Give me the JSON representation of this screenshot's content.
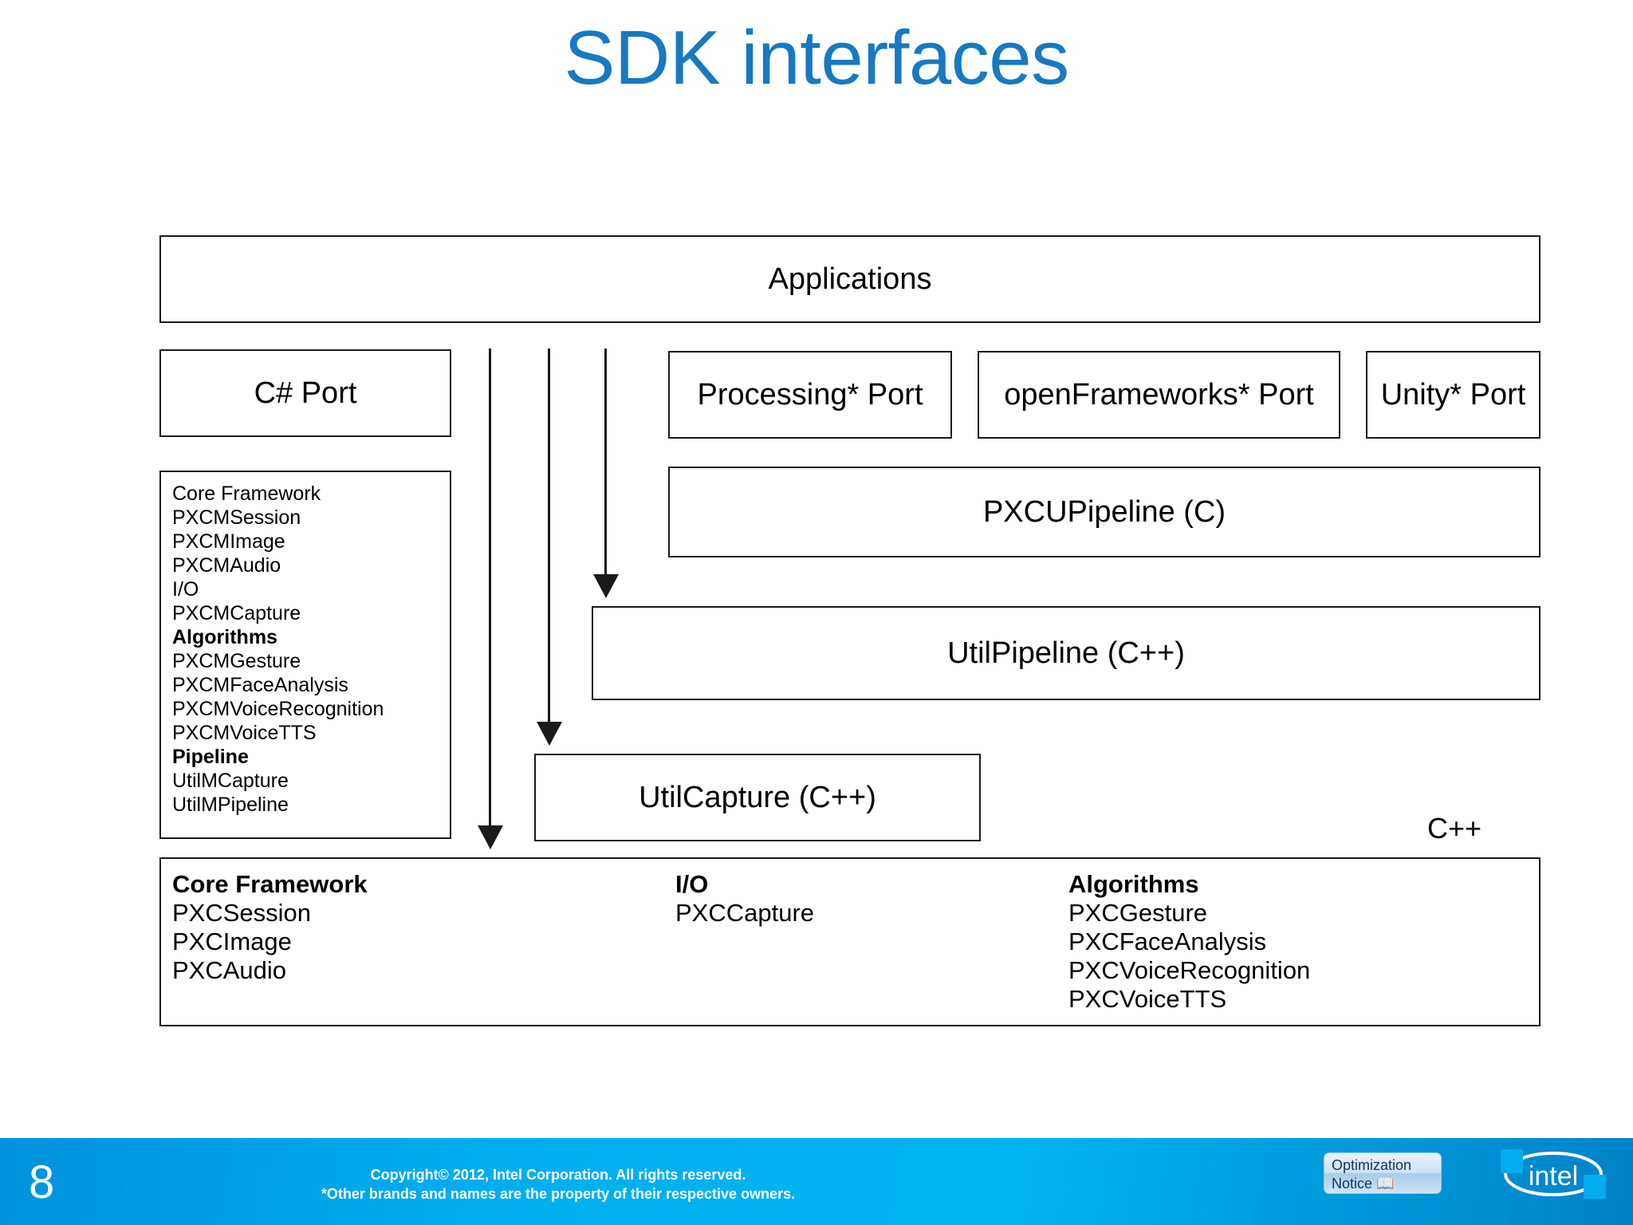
{
  "slide": {
    "title": "SDK interfaces",
    "title_color": "#1879C0",
    "page_number": "8"
  },
  "diagram": {
    "applications": {
      "label": "Applications"
    },
    "ports": [
      {
        "name": "csharp-port",
        "label": "C# Port"
      },
      {
        "name": "processing-port",
        "label": "Processing* Port"
      },
      {
        "name": "openframeworks-port",
        "label": "openFrameworks* Port"
      },
      {
        "name": "unity-port",
        "label": "Unity* Port"
      }
    ],
    "pxcupipeline": {
      "label": "PXCUPipeline (C)"
    },
    "utilpipeline": {
      "label": "UtilPipeline (C++)"
    },
    "utilcapture": {
      "label": "UtilCapture (C++)"
    },
    "managed_list": {
      "rows": [
        {
          "text": "Core Framework",
          "bold": false
        },
        {
          "text": "PXCMSession",
          "bold": false
        },
        {
          "text": "PXCMImage",
          "bold": false
        },
        {
          "text": "PXCMAudio",
          "bold": false
        },
        {
          "text": "I/O",
          "bold": false
        },
        {
          "text": "PXCMCapture",
          "bold": false
        },
        {
          "text": "Algorithms",
          "bold": true
        },
        {
          "text": "PXCMGesture",
          "bold": false
        },
        {
          "text": "PXCMFaceAnalysis",
          "bold": false
        },
        {
          "text": "PXCMVoiceRecognition",
          "bold": false
        },
        {
          "text": "PXCMVoiceTTS",
          "bold": false
        },
        {
          "text": "Pipeline",
          "bold": true
        },
        {
          "text": "UtilMCapture",
          "bold": false
        },
        {
          "text": "UtilMPipeline",
          "bold": false
        }
      ]
    },
    "native_label": "C++",
    "native_box": {
      "columns": [
        {
          "name": "core-framework-column",
          "rows": [
            {
              "text": "Core Framework",
              "bold": true
            },
            {
              "text": "PXCSession",
              "bold": false
            },
            {
              "text": "PXCImage",
              "bold": false
            },
            {
              "text": "PXCAudio",
              "bold": false
            }
          ]
        },
        {
          "name": "io-column",
          "rows": [
            {
              "text": "I/O",
              "bold": true
            },
            {
              "text": "PXCCapture",
              "bold": false
            }
          ]
        },
        {
          "name": "algorithms-column",
          "rows": [
            {
              "text": "Algorithms",
              "bold": true
            },
            {
              "text": "PXCGesture",
              "bold": false
            },
            {
              "text": "PXCFaceAnalysis",
              "bold": false
            },
            {
              "text": "PXCVoiceRecognition",
              "bold": false
            },
            {
              "text": "PXCVoiceTTS",
              "bold": false
            }
          ]
        }
      ]
    }
  },
  "footer": {
    "copyright_line1": "Copyright© 2012, Intel Corporation. All rights reserved.",
    "copyright_line2": "*Other brands and names are the property of their respective owners.",
    "optimization_notice_line1": "Optimization",
    "optimization_notice_line2": "Notice",
    "book_glyph": "📖",
    "brand": "intel",
    "bar_color": "#00AEEF"
  }
}
